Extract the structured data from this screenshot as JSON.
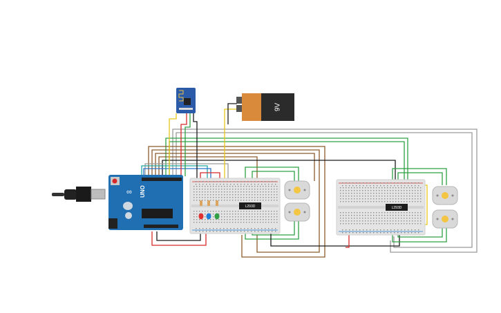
{
  "labels": {
    "battery": "9V",
    "arduino_logo": "∞",
    "arduino_model": "UNO",
    "driver_left": "L293D",
    "driver_right": "L293D"
  },
  "colors": {
    "wire_red": "#d62828",
    "wire_black": "#1a1a1a",
    "wire_yellow": "#e6c619",
    "wire_green": "#2ea043",
    "wire_brown": "#8b5a2b",
    "wire_gray": "#9a9a9a",
    "wire_blue": "#2a73c9",
    "wire_teal": "#1fa6a6",
    "arduino_board": "#1f6fb2",
    "breadboard": "#e4e4e4",
    "battery_body": "#2b2b2b",
    "battery_cap": "#d98a3a",
    "motor_body": "#d9d9d9",
    "led_red": "#e03131",
    "led_blue": "#1c7ed6",
    "led_green": "#2f9e44"
  },
  "components": {
    "leds": [
      "red",
      "blue",
      "green"
    ],
    "motors_count": 4,
    "breadboards_count": 2
  }
}
